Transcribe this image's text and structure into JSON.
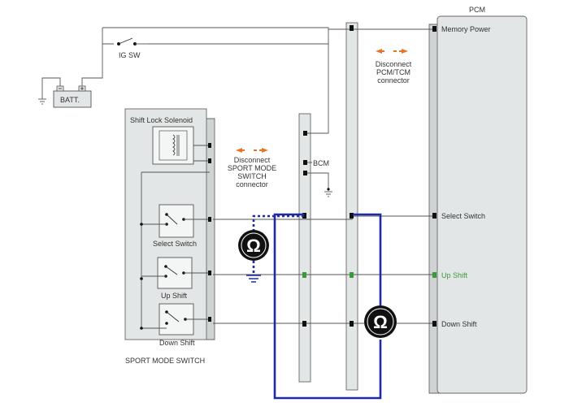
{
  "labels": {
    "pcm": "PCM",
    "memory_power": "Memory Power",
    "select_switch": "Select Switch",
    "up_shift": "Up  Shift",
    "down_shift": "Down  Shift",
    "ig_sw": "IG SW",
    "batt": "BATT.",
    "bcm": "BCM",
    "shift_lock_solenoid": "Shift Lock Solenoid",
    "sw_select": "Select Switch",
    "sw_up": "Up  Shift",
    "sw_down": "Down  Shift",
    "sport_mode_switch": "SPORT MODE SWITCH",
    "disconnect_sport": [
      "Disconnect",
      "SPORT MODE",
      "SWITCH",
      "connector"
    ],
    "disconnect_pcm": [
      "Disconnect",
      "PCM/TCM",
      "connector"
    ],
    "ohm_symbol": "Ω"
  },
  "colors": {
    "measurement_wire": "#1f2aa6",
    "arrow": "#e8742a",
    "up_shift_highlight": "#3a9a3a",
    "ohmmeter": "#111111"
  },
  "icons": [
    "ohmmeter-icon",
    "ground-icon",
    "battery-icon",
    "solenoid-coil-icon",
    "switch-icon",
    "double-arrow-icon"
  ]
}
